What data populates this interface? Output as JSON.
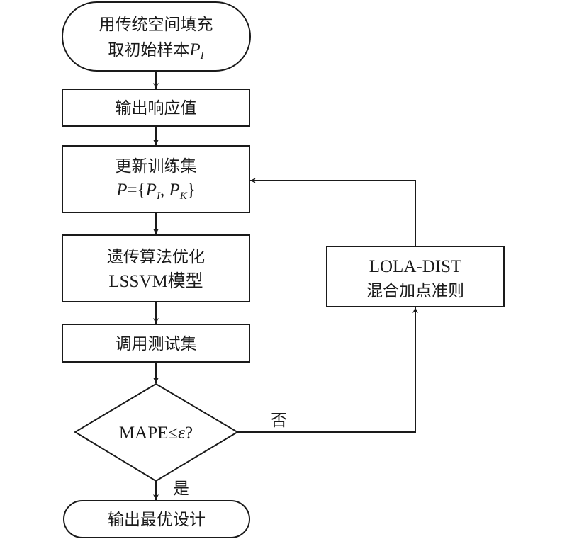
{
  "diagram": {
    "type": "flowchart",
    "nodes": {
      "start": {
        "shape": "terminal",
        "line1": "用传统空间填充",
        "line2_text": "取初始样本",
        "line2_var": "P",
        "line2_sub": "I"
      },
      "output_response": {
        "shape": "process",
        "label": "输出响应值"
      },
      "update_training": {
        "shape": "process",
        "line1": "更新训练集",
        "formula": {
          "lhs": "P",
          "eq": "=",
          "open": "{",
          "v1": "P",
          "v1_sub": "I",
          "sep": ", ",
          "v2": "P",
          "v2_sub": "K",
          "close": "}"
        }
      },
      "ga_optimize": {
        "shape": "process",
        "line1": "遗传算法优化",
        "line2": "LSSVM模型"
      },
      "call_test": {
        "shape": "process",
        "label": "调用测试集"
      },
      "decision": {
        "shape": "decision",
        "text": "MAPE≤",
        "var": "ε",
        "q": "?"
      },
      "lola": {
        "shape": "process",
        "line1": "LOLA-DIST",
        "line2": "混合加点准则"
      },
      "end": {
        "shape": "terminal",
        "label": "输出最优设计"
      }
    },
    "edge_labels": {
      "no": "否",
      "yes": "是"
    },
    "edges": [
      {
        "from": "start",
        "to": "output_response"
      },
      {
        "from": "output_response",
        "to": "update_training"
      },
      {
        "from": "update_training",
        "to": "ga_optimize"
      },
      {
        "from": "ga_optimize",
        "to": "call_test"
      },
      {
        "from": "call_test",
        "to": "decision"
      },
      {
        "from": "decision",
        "to": "end",
        "label": "是"
      },
      {
        "from": "decision",
        "to": "lola",
        "label": "否"
      },
      {
        "from": "lola",
        "to": "update_training"
      }
    ]
  }
}
